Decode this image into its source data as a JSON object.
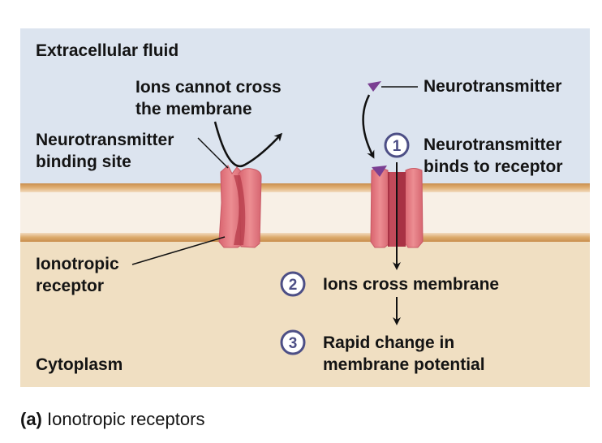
{
  "regions": {
    "extracellular": "Extracellular fluid",
    "cytoplasm": "Cytoplasm"
  },
  "labels": {
    "ions_cannot_line1": "Ions cannot cross",
    "ions_cannot_line2": "the membrane",
    "binding_site_line1": "Neurotransmitter",
    "binding_site_line2": "binding site",
    "ionotropic_line1": "Ionotropic",
    "ionotropic_line2": "receptor",
    "neurotransmitter": "Neurotransmitter"
  },
  "steps": [
    {
      "number": "1",
      "line1": "Neurotransmitter",
      "line2": "binds to receptor"
    },
    {
      "number": "2",
      "line1": "Ions cross membrane",
      "line2": ""
    },
    {
      "number": "3",
      "line1": "Rapid change in",
      "line2": "membrane potential"
    }
  ],
  "caption": {
    "letter": "(a)",
    "text": "Ionotropic receptors"
  },
  "colors": {
    "extracellular_bg": "#dce4ef",
    "cytoplasm_bg": "#f0dfc2",
    "membrane_core": "#f8f0e6",
    "membrane_stripe": "#d9a565",
    "receptor": "#e07a80",
    "receptor_dark": "#b63b4a",
    "neurotransmitter": "#7a3f92",
    "step_circle": "#4d4f86"
  }
}
